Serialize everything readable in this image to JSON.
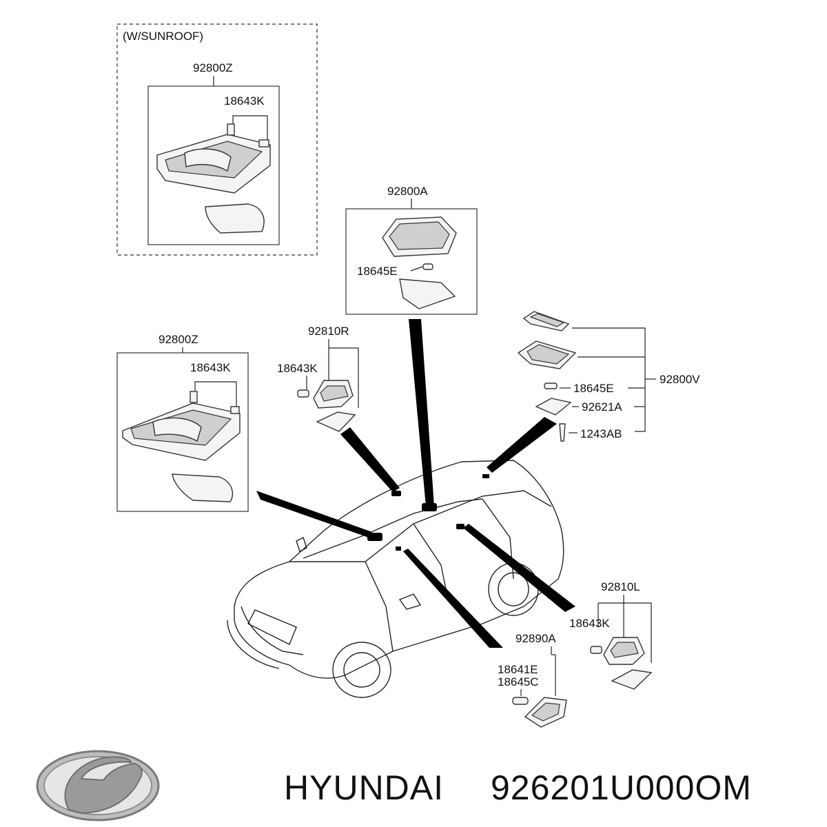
{
  "diagram": {
    "sunroof_note": "(W/SUNROOF)",
    "labels": {
      "sunroof_assy": "92800Z",
      "sunroof_bulb": "18643K",
      "center_assy": "92800A",
      "center_bulb": "18645E",
      "left_assy": "92800Z",
      "left_bulb": "18643K",
      "rh_lamp": "92810R",
      "rh_bulb": "18643K",
      "rear_assy": "92800V",
      "rear_bulb": "18645E",
      "rear_lens": "92621A",
      "rear_screw": "1243AB",
      "lh_lamp": "92810L",
      "lh_bulb": "18643K",
      "cargo_lamp": "92890A",
      "cargo_bulb_1": "18641E",
      "cargo_bulb_2": "18645C"
    }
  },
  "footer": {
    "brand": "HYUNDAI",
    "part_number": "926201U000OM"
  },
  "colors": {
    "ink": "#111111",
    "leader": "#000000",
    "logo": "#9a9a9a"
  }
}
